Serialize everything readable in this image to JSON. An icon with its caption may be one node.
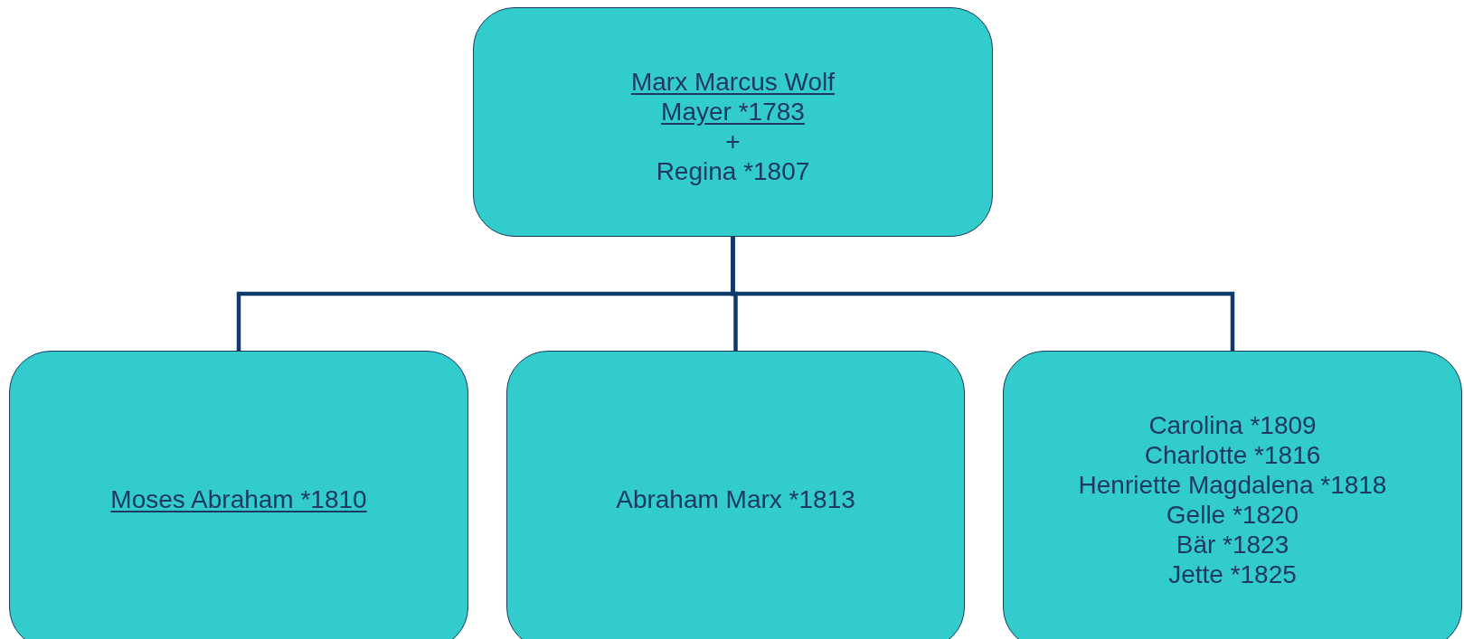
{
  "diagram": {
    "nodes": [
      {
        "text": [
          "Marx Marcus Wolf Mayer *1783",
          "+",
          "Regina *1807"
        ]
      },
      {
        "text": [
          "Moses Abraham *1810"
        ]
      },
      {
        "text": [
          "Abraham Marx *1813"
        ]
      },
      {
        "text": [
          "Carolina *1809",
          "Charlotte *1816",
          "Henriette Magdalena *1818",
          "Gelle *1820",
          "Bär *1823",
          "Jette *1825"
        ]
      }
    ],
    "edges": [
      {
        "from": 0,
        "to": 1,
        "arrow": "none"
      },
      {
        "from": 0,
        "to": 2,
        "arrow": "none"
      },
      {
        "from": 0,
        "to": 3,
        "arrow": "none"
      }
    ]
  }
}
